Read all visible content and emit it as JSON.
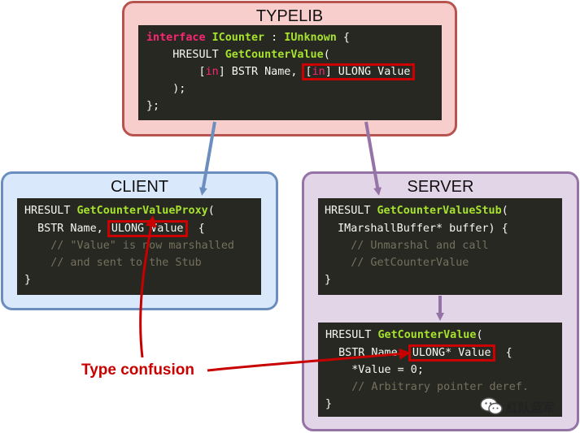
{
  "typelib": {
    "title": "TYPELIB",
    "code": {
      "interface_kw": "interface",
      "interface_name": "ICounter",
      "sep": " : ",
      "base": "IUnknown",
      "open": " {",
      "l2_pre": "    HRESULT ",
      "l2_fn": "GetCounterValue",
      "l2_post": "(",
      "l3_pre": "        [",
      "l3_in": "in",
      "l3_mid": "] BSTR Name, ",
      "l3_box_open": "[",
      "l3_box_in": "in",
      "l3_box_rest": "] ULONG Value",
      "l4": "    );",
      "l5": "};"
    }
  },
  "client": {
    "title": "CLIENT",
    "code": {
      "l1_pre": "HRESULT ",
      "l1_fn": "GetCounterValueProxy",
      "l1_post": "(",
      "l2_pre": "  BSTR Name, ",
      "l2_box": "ULONG Value",
      "l2_post": "  {",
      "l3": "    // \"Value\" is now marshalled",
      "l4": "    // and sent to the Stub",
      "l5": "}"
    }
  },
  "server": {
    "title": "SERVER",
    "stub": {
      "l1_pre": "HRESULT ",
      "l1_fn": "GetCounterValueStub",
      "l1_post": "(",
      "l2": "  IMarshallBuffer* buffer) {",
      "l3": "    // Unmarshal and call",
      "l4": "    // GetCounterValue",
      "l5": "}"
    },
    "impl": {
      "l1_pre": "HRESULT ",
      "l1_fn": "GetCounterValue",
      "l1_post": "(",
      "l2_pre": "  BSTR Name, ",
      "l2_box": "ULONG* Value",
      "l2_post": "  {",
      "l3": "    *Value = 0;",
      "l4": "    // Arbitrary pointer deref.",
      "l5": "}"
    }
  },
  "annotation": {
    "label": "Type confusion"
  },
  "watermark": {
    "text": "红队蓝军",
    "icon": "wechat-icon"
  },
  "colors": {
    "typelib_fill": "#f8cecc",
    "typelib_border": "#b85450",
    "client_fill": "#dae8fc",
    "client_border": "#6c8ebf",
    "server_fill": "#e1d5e7",
    "server_border": "#9673a6",
    "code_bg": "#272822",
    "highlight": "#cc0000"
  }
}
